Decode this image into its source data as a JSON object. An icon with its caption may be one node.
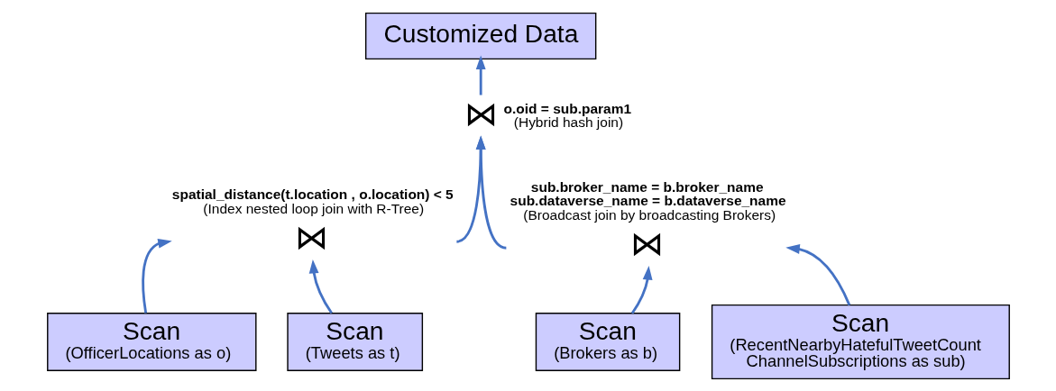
{
  "diagram": {
    "nodes": [
      {
        "text": [
          "Customized Data"
        ]
      },
      {
        "text": [
          "⋈"
        ],
        "beside": [
          "o.oid = sub.param1",
          "(Hybrid hash join)"
        ]
      },
      {
        "text": [
          "⋈"
        ],
        "beside": [
          "spatial_distance(t.location , o.location) < 5",
          "(Index nested loop join with R-Tree)"
        ]
      },
      {
        "text": [
          "⋈"
        ],
        "beside": [
          "sub.broker_name = b.broker_name",
          "sub.dataverse_name = b.dataverse_name",
          "(Broadcast join by broadcasting Brokers)"
        ]
      },
      {
        "text": [
          "Scan",
          "(OfficerLocations as o)"
        ]
      },
      {
        "text": [
          "Scan",
          "(Tweets as t)"
        ]
      },
      {
        "text": [
          "Scan",
          "(Brokers as b)"
        ]
      },
      {
        "text": [
          "Scan",
          "(RecentNearbyHatefulTweetCount ChannelSubscriptions as sub)"
        ]
      }
    ],
    "edges": [
      {
        "from": 1,
        "to": 0,
        "arrow": "to"
      },
      {
        "from": 2,
        "to": 1,
        "arrow": "to"
      },
      {
        "from": 3,
        "to": 1,
        "arrow": "to"
      },
      {
        "from": 4,
        "to": 2,
        "arrow": "to"
      },
      {
        "from": 5,
        "to": 2,
        "arrow": "to"
      },
      {
        "from": 6,
        "to": 3,
        "arrow": "to"
      },
      {
        "from": 7,
        "to": 3,
        "arrow": "to"
      }
    ]
  }
}
